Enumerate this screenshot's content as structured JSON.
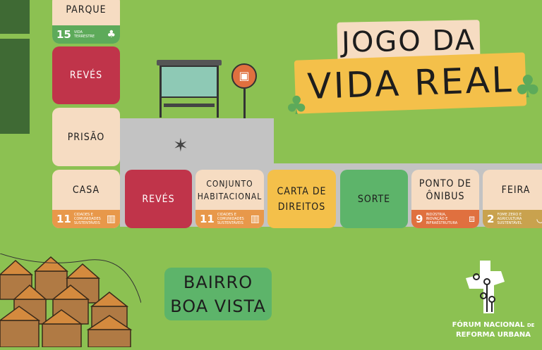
{
  "title": {
    "line1": "JOGO DA",
    "line2": "VIDA REAL"
  },
  "neighborhood": {
    "line1": "BAIRRO",
    "line2": "BOA VISTA"
  },
  "tiles": [
    {
      "label": "PARQUE",
      "ods_num": "15",
      "ods_text": "VIDA TERRESTRE"
    },
    {
      "label": "REVÉS"
    },
    {
      "label": "PRISÃO"
    },
    {
      "label": "CASA",
      "ods_num": "11",
      "ods_text": "CIDADES E COMUNIDADES SUSTENTÁVEIS"
    },
    {
      "label": "REVÉS"
    },
    {
      "label": "CONJUNTO HABITACIONAL",
      "ods_num": "11",
      "ods_text": "CIDADES E COMUNIDADES SUSTENTÁVEIS"
    },
    {
      "label": "CARTA DE DIREITOS"
    },
    {
      "label": "SORTE"
    },
    {
      "label": "PONTO DE ÔNIBUS",
      "ods_num": "9",
      "ods_text": "INDÚSTRIA, INOVAÇÃO E INFRAESTRUTURA"
    },
    {
      "label": "FEIRA",
      "ods_num": "2",
      "ods_text": "FOME ZERO E AGRICULTURA SUSTENTÁVEL"
    }
  ],
  "logo": {
    "line1": "FÓRUM NACIONAL",
    "de": "DE",
    "line2": "REFORMA URBANA"
  },
  "colors": {
    "background": "#8cc152",
    "revés": "#c0344a",
    "peach": "#f6dcc2",
    "yellow": "#f4c04a",
    "green": "#5db46a"
  }
}
